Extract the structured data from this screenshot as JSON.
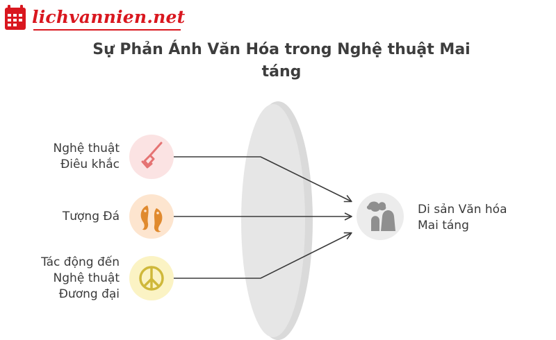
{
  "logo": {
    "text": "lichvannien.net"
  },
  "title": {
    "line1": "Sự Phản Ánh Văn Hóa trong Nghệ thuật Mai",
    "line2": "táng"
  },
  "inputs": [
    {
      "lines": [
        "Nghệ thuật",
        "Điêu khắc"
      ],
      "icon": "chisel-icon",
      "color": "#fbe3e3",
      "icon_color": "#e57373"
    },
    {
      "lines": [
        "Tượng Đá"
      ],
      "icon": "koi-fish-icon",
      "color": "#fde5cf",
      "icon_color": "#e08a2e"
    },
    {
      "lines": [
        "Tác động đến",
        "Nghệ thuật",
        "Đương đại"
      ],
      "icon": "peace-sign-icon",
      "color": "#fbf3c4",
      "icon_color": "#cfb83a"
    }
  ],
  "output": {
    "lines": [
      "Di sản Văn hóa",
      "Mai táng"
    ],
    "icon": "stones-icon",
    "color": "#ececec",
    "icon_color": "#8f8f8f"
  },
  "lens": {
    "color": "#e5e5e5",
    "edge_color": "#dadada"
  },
  "arrow_color": "#3a3a3a"
}
